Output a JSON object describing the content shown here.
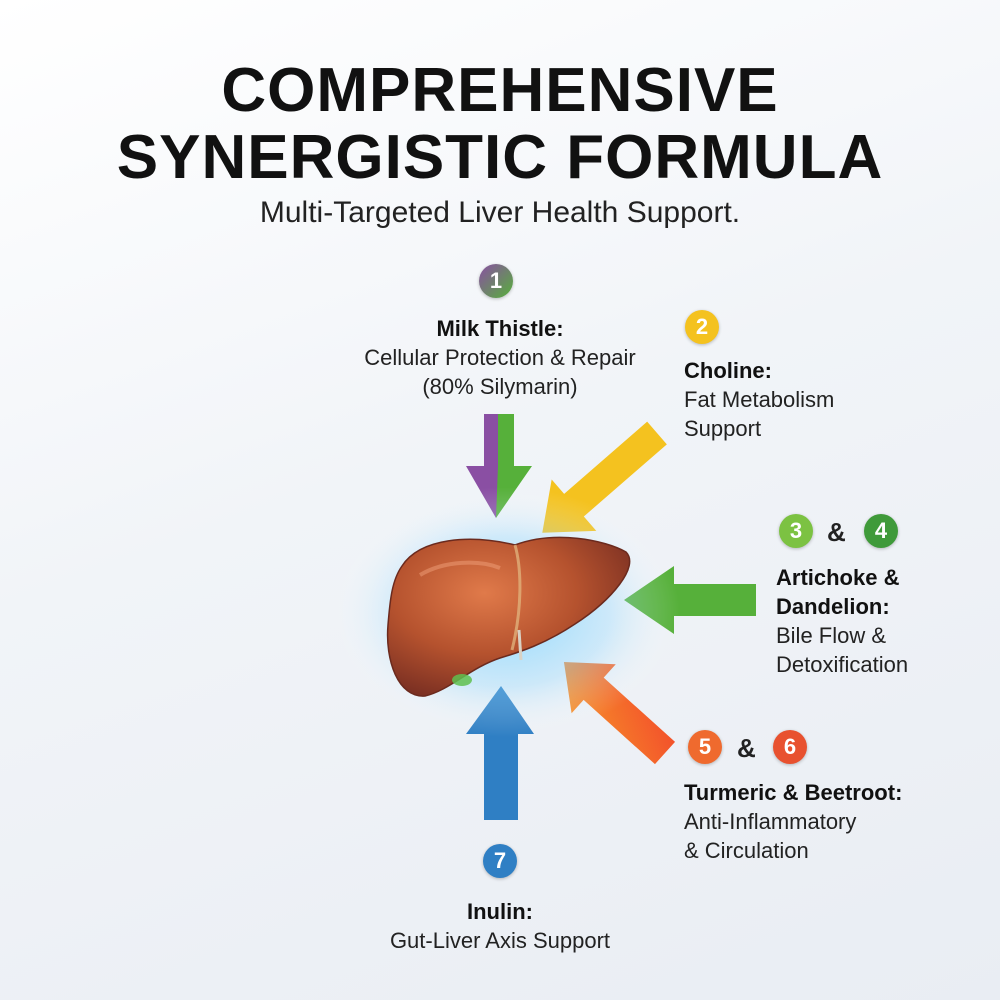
{
  "header": {
    "title_line1": "COMPREHENSIVE",
    "title_line2": "SYNERGISTIC FORMULA",
    "subtitle": "Multi-Targeted Liver Health Support."
  },
  "colors": {
    "purple": "#8a4fa3",
    "green": "#56b03a",
    "yellow": "#f4c21f",
    "orange": "#ef6a2e",
    "blue": "#2f7fc4",
    "liver": "#b5522e"
  },
  "ingredients": {
    "milk_thistle": {
      "number": "1",
      "name": "Milk Thistle:",
      "line1": "Cellular Protection & Repair",
      "line2": "(80% Silymarin)"
    },
    "choline": {
      "number": "2",
      "name": "Choline:",
      "line1": "Fat Metabolism",
      "line2": "Support"
    },
    "artichoke_dandelion": {
      "number_a": "3",
      "amp": "&",
      "number_b": "4",
      "name_line1": "Artichoke &",
      "name_line2": "Dandelion:",
      "line1": "Bile Flow &",
      "line2": "Detoxification"
    },
    "turmeric_beetroot": {
      "number_a": "5",
      "amp": "&",
      "number_b": "6",
      "name": "Turmeric & Beetroot:",
      "line1": "Anti-Inflammatory",
      "line2": "& Circulation"
    },
    "inulin": {
      "number": "7",
      "name": "Inulin:",
      "line1": "Gut-Liver Axis Support"
    }
  },
  "illustration": {
    "organ_icon": "liver-icon"
  }
}
